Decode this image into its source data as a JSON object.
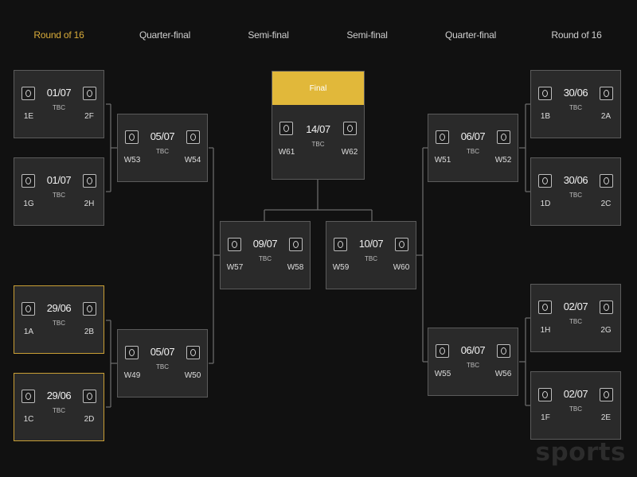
{
  "headers": {
    "col1": "Round of 16",
    "col2": "Quarter-final",
    "col3": "Semi-final",
    "col4": "Semi-final",
    "col5": "Quarter-final",
    "col6": "Round of 16"
  },
  "matches": {
    "r16_1": {
      "date": "01/07",
      "status": "TBC",
      "home": "1E",
      "away": "2F"
    },
    "r16_2": {
      "date": "01/07",
      "status": "TBC",
      "home": "1G",
      "away": "2H"
    },
    "r16_3": {
      "date": "29/06",
      "status": "TBC",
      "home": "1A",
      "away": "2B"
    },
    "r16_4": {
      "date": "29/06",
      "status": "TBC",
      "home": "1C",
      "away": "2D"
    },
    "r16_5": {
      "date": "30/06",
      "status": "TBC",
      "home": "1B",
      "away": "2A"
    },
    "r16_6": {
      "date": "30/06",
      "status": "TBC",
      "home": "1D",
      "away": "2C"
    },
    "r16_7": {
      "date": "02/07",
      "status": "TBC",
      "home": "1H",
      "away": "2G"
    },
    "r16_8": {
      "date": "02/07",
      "status": "TBC",
      "home": "1F",
      "away": "2E"
    },
    "qf_1": {
      "date": "05/07",
      "status": "TBC",
      "home": "W53",
      "away": "W54"
    },
    "qf_2": {
      "date": "05/07",
      "status": "TBC",
      "home": "W49",
      "away": "W50"
    },
    "qf_3": {
      "date": "06/07",
      "status": "TBC",
      "home": "W51",
      "away": "W52"
    },
    "qf_4": {
      "date": "06/07",
      "status": "TBC",
      "home": "W55",
      "away": "W56"
    },
    "sf_1": {
      "date": "09/07",
      "status": "TBC",
      "home": "W57",
      "away": "W58"
    },
    "sf_2": {
      "date": "10/07",
      "status": "TBC",
      "home": "W59",
      "away": "W60"
    },
    "final": {
      "label": "Final",
      "date": "14/07",
      "status": "TBC",
      "home": "W61",
      "away": "W62"
    }
  },
  "watermark": "sports",
  "colors": {
    "background": "#111111",
    "card": "#2a2a2a",
    "border": "#5b5b5b",
    "accent": "#e1b83a",
    "active_header": "#d9ac3a"
  },
  "icons": {
    "team_flag": "team-flag-placeholder-icon"
  }
}
